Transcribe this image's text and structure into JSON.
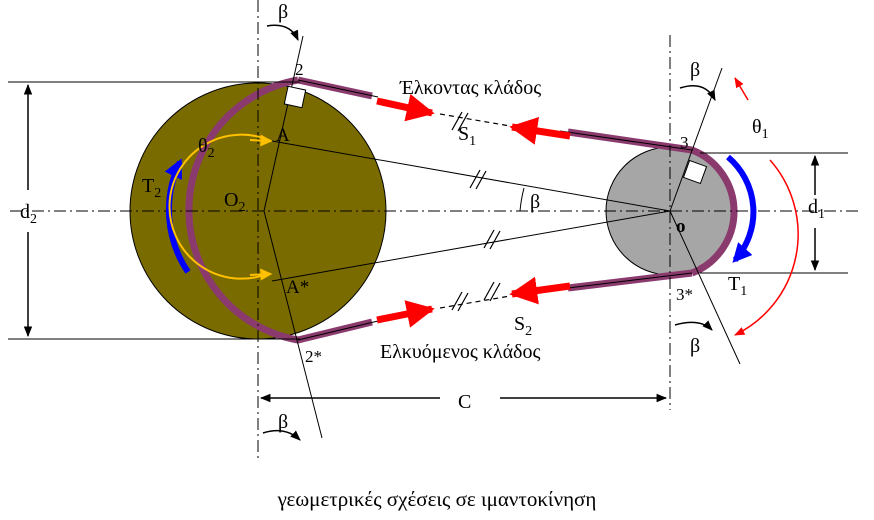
{
  "caption": "γεωμετρικές σχέσεις σε  ιμαντοκίνηση",
  "labels": {
    "tight_side": "Έλκοντας κλάδος",
    "slack_side": "Ελκυόμενος κλάδος",
    "d2": "d",
    "d2_sub": "2",
    "d1": "d",
    "d1_sub": "1",
    "O2": "O",
    "O2_sub": "2",
    "o": "o",
    "T2": "T",
    "T2_sub": "2",
    "T1": "T",
    "T1_sub": "1",
    "theta2": "θ",
    "theta2_sub": "2",
    "theta1": "θ",
    "theta1_sub": "1",
    "S1": "S",
    "S1_sub": "1",
    "S2": "S",
    "S2_sub": "2",
    "A": "A",
    "A_star": "A*",
    "C": "C",
    "beta": "β",
    "p2": "2",
    "p2_star": "2*",
    "p3": "3",
    "p3_star": "3*"
  },
  "colors": {
    "large_pulley": "#7a6b00",
    "small_pulley": "#a6a6a6",
    "belt": "#8b3a6e",
    "force_arrow": "#ff0000",
    "torque_arrow": "#0000ff",
    "angle_arc_large": "#ffc000",
    "angle_arc_small": "#ff0000"
  }
}
